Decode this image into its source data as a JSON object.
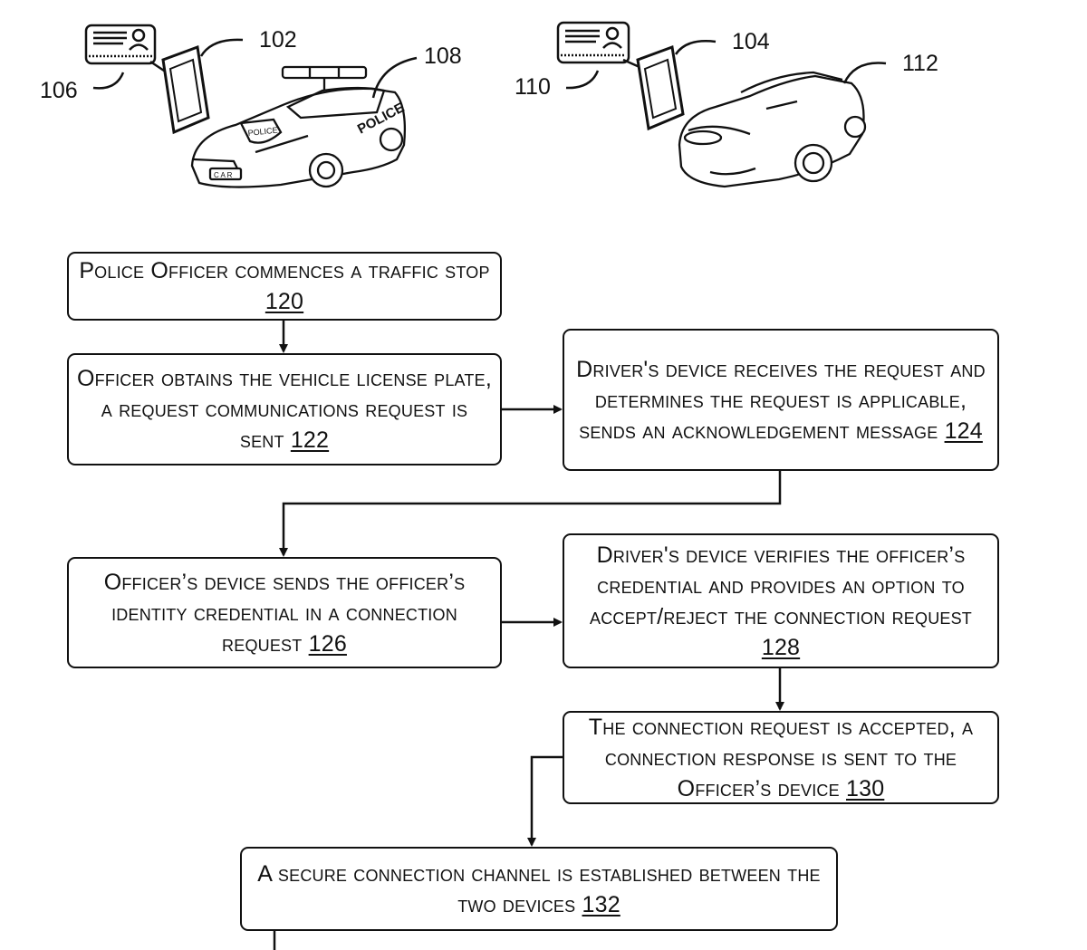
{
  "illustration": {
    "labels": {
      "card_police": "106",
      "device_police": "102",
      "vehicle_police": "108",
      "card_driver": "110",
      "device_driver": "104",
      "vehicle_driver": "112"
    },
    "police_car_text": "POLICE",
    "police_badge_text": "POLICE",
    "license_plate_text": "C A R"
  },
  "flowchart": {
    "steps": [
      {
        "text": "Police Officer commences a traffic stop",
        "ref": "120"
      },
      {
        "text": "Officer obtains the vehicle license plate, a request communications request is sent",
        "ref": "122"
      },
      {
        "text": "Driver's device receives the request and determines the request is applicable, sends an acknowledgement message",
        "ref": "124"
      },
      {
        "text": "Officer’s device sends the officer’s identity credential in a connection request",
        "ref": "126"
      },
      {
        "text": "Driver's device verifies the officer’s credential and provides an option to accept/reject the connection request",
        "ref": "128"
      },
      {
        "text": "The connection request is accepted, a connection response is sent to the Officer’s device",
        "ref": "130"
      },
      {
        "text": "A secure connection channel is established between the two devices",
        "ref": "132"
      }
    ]
  }
}
